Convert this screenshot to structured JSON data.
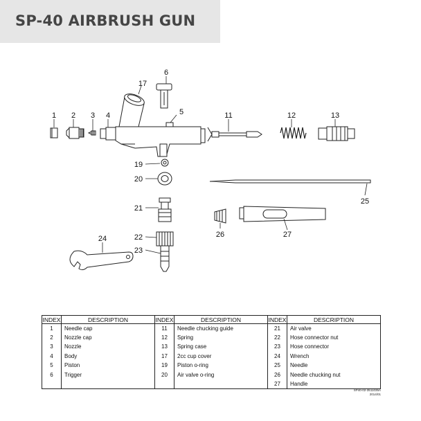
{
  "header": {
    "title": "SP-40 AIRBRUSH GUN"
  },
  "callouts": [
    "1",
    "2",
    "3",
    "4",
    "5",
    "6",
    "11",
    "12",
    "13",
    "17",
    "19",
    "20",
    "21",
    "22",
    "23",
    "24",
    "25",
    "26",
    "27"
  ],
  "table": {
    "columns": [
      {
        "index_header": "INDEX",
        "desc_header": "DESCRIPTION"
      },
      {
        "index_header": "INDEX",
        "desc_header": "DESCRIPTION"
      },
      {
        "index_header": "INDEX",
        "desc_header": "DESCRIPTION"
      }
    ],
    "rows": [
      [
        {
          "index": "1",
          "description": "Needle cap"
        },
        {
          "index": "11",
          "description": "Needle chucking guide"
        },
        {
          "index": "21",
          "description": "Air valve"
        }
      ],
      [
        {
          "index": "2",
          "description": "Nozzle cap"
        },
        {
          "index": "12",
          "description": "Spring"
        },
        {
          "index": "22",
          "description": "Hose connector nut"
        }
      ],
      [
        {
          "index": "3",
          "description": "Nozzle"
        },
        {
          "index": "13",
          "description": "Spring case"
        },
        {
          "index": "23",
          "description": "Hose connector"
        }
      ],
      [
        {
          "index": "4",
          "description": "Body"
        },
        {
          "index": "17",
          "description": "2cc cup cover"
        },
        {
          "index": "24",
          "description": "Wrench"
        }
      ],
      [
        {
          "index": "5",
          "description": "Piston"
        },
        {
          "index": "19",
          "description": "Piston o-ring"
        },
        {
          "index": "25",
          "description": "Needle"
        }
      ],
      [
        {
          "index": "6",
          "description": "Trigger"
        },
        {
          "index": "20",
          "description": "Air valve o-ring"
        },
        {
          "index": "26",
          "description": "Needle chucking nut"
        }
      ],
      [
        {
          "index": "",
          "description": ""
        },
        {
          "index": "",
          "description": ""
        },
        {
          "index": "27",
          "description": "Handle"
        }
      ]
    ]
  },
  "footer": {
    "doc_code": "SP40-02-3511035A",
    "doc_date": "2014/01"
  }
}
